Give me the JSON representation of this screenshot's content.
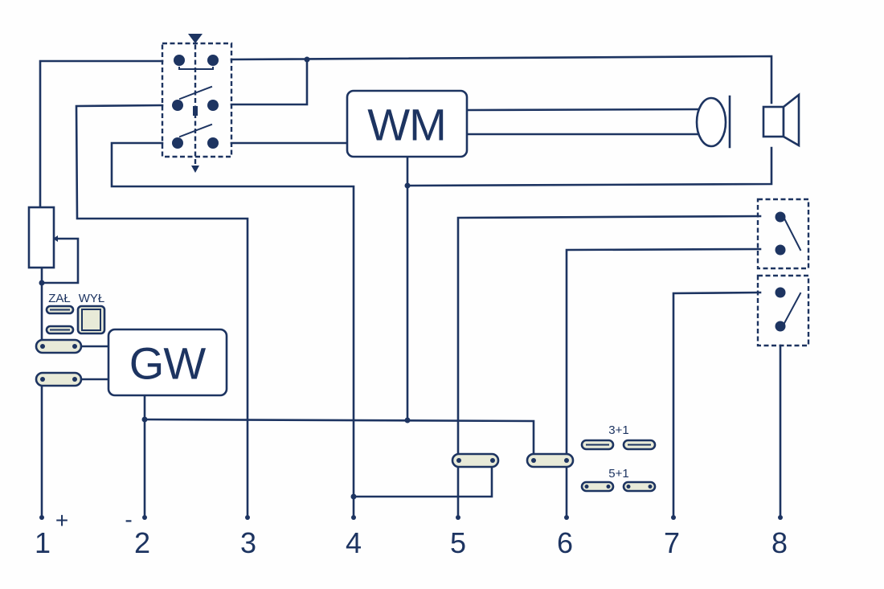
{
  "diagram": {
    "colors": {
      "line": "#1d3461",
      "jumper_fill": "#e8ead8",
      "background": "#fefefe"
    },
    "blocks": {
      "wm": {
        "label": "WM"
      },
      "gw": {
        "label": "GW"
      }
    },
    "jumper_labels": {
      "on": "ZAŁ",
      "off": "WYŁ",
      "mode_3_1": "3+1",
      "mode_5_1": "5+1"
    },
    "terminals": [
      {
        "label": "1",
        "sign": "+"
      },
      {
        "label": "2",
        "sign": "-"
      },
      {
        "label": "3",
        "sign": ""
      },
      {
        "label": "4",
        "sign": ""
      },
      {
        "label": "5",
        "sign": ""
      },
      {
        "label": "6",
        "sign": ""
      },
      {
        "label": "7",
        "sign": ""
      },
      {
        "label": "8",
        "sign": ""
      }
    ],
    "components": [
      {
        "id": "relay-switch",
        "icon": "relay-contacts-icon"
      },
      {
        "id": "potentiometer",
        "icon": "potentiometer-icon"
      },
      {
        "id": "microphone",
        "icon": "microphone-icon"
      },
      {
        "id": "speaker",
        "icon": "speaker-icon"
      },
      {
        "id": "button-switch-upper",
        "icon": "switch-contact-icon"
      },
      {
        "id": "button-switch-lower",
        "icon": "switch-contact-icon"
      }
    ]
  }
}
